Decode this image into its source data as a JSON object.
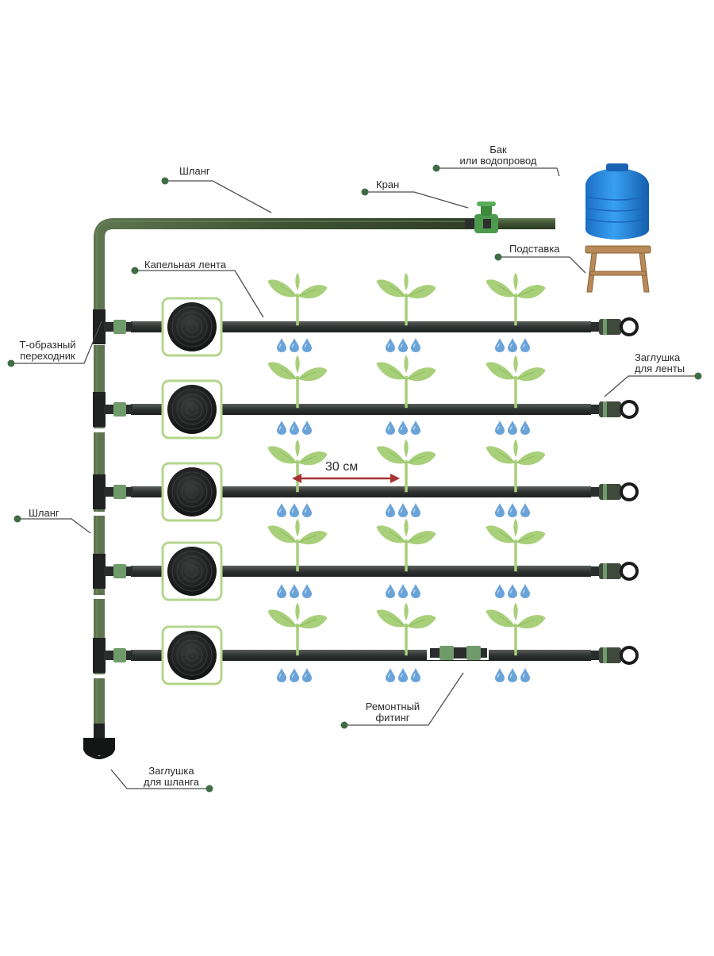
{
  "labels": {
    "hose_top": "Шланг",
    "tank_line1": "Бак",
    "tank_line2": "или водопровод",
    "valve": "Кран",
    "stand": "Подставка",
    "drip_tape": "Капельная лента",
    "tee_line1": "Т-образный",
    "tee_line2": "переходник",
    "tape_plug_line1": "Заглушка",
    "tape_plug_line2": "для ленты",
    "hose_left": "Шланг",
    "repair_line1": "Ремонтный",
    "repair_line2": "фитинг",
    "hose_plug_line1": "Заглушка",
    "hose_plug_line2": "для шланга",
    "spacing": "30 см"
  },
  "colors": {
    "hose_green": "#4a5e3d",
    "tape_black": "#2f3331",
    "leaf_green": "#a8d07a",
    "frame_green": "#b5d58e",
    "drop_blue": "#6aa3d8",
    "tank_blue": "#2f8fe0",
    "stand_wood": "#b88a5a",
    "dim_arrow": "#a53333",
    "label_dot": "#3f6b45"
  },
  "icons": [
    "water-tank-icon",
    "valve-icon",
    "stand-icon",
    "reel-icon",
    "plant-icon",
    "water-drop-icon",
    "tee-adapter-icon",
    "end-plug-icon",
    "repair-fitting-icon"
  ]
}
